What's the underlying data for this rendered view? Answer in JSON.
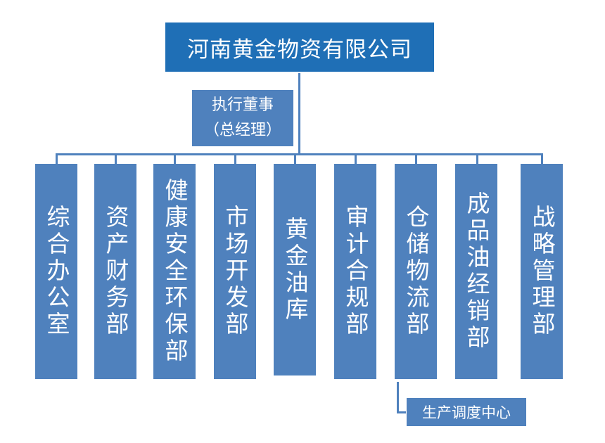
{
  "root": "河南黄金物资有限公司",
  "executive": {
    "line1": "执行董事",
    "line2": "（总经理）"
  },
  "departments": [
    "综合办公室",
    "资产财务部",
    "健康安全环保部",
    "市场开发部",
    "黄金油库",
    "审计合规部",
    "仓储物流部",
    "成品油经销部",
    "战略管理部"
  ],
  "sub_unit": "生产调度中心",
  "colors": {
    "root_fill": "#1f6fb6",
    "box_fill": "#4f81bd",
    "connector": "#4f81bd"
  }
}
